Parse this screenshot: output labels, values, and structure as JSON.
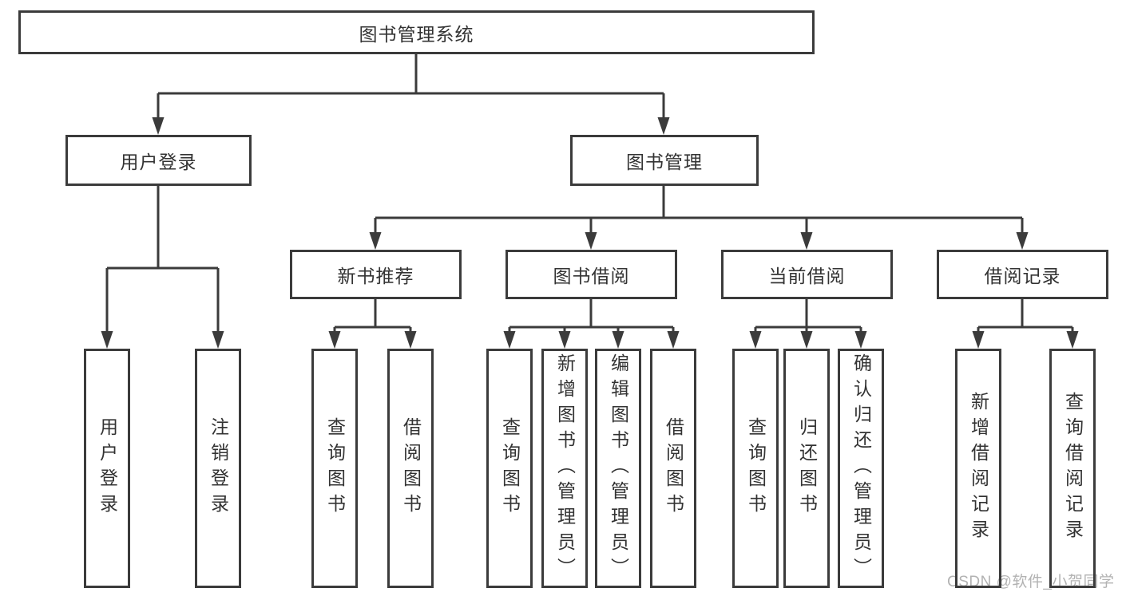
{
  "diagram": {
    "root": {
      "label": "图书管理系统"
    },
    "branches": [
      {
        "label": "用户登录",
        "children": [
          {
            "label": "用户登录"
          },
          {
            "label": "注销登录"
          }
        ]
      },
      {
        "label": "图书管理",
        "children": [
          {
            "label": "新书推荐",
            "children": [
              {
                "label": "查询图书"
              },
              {
                "label": "借阅图书"
              }
            ]
          },
          {
            "label": "图书借阅",
            "children": [
              {
                "label": "查询图书"
              },
              {
                "label": "新增图书（管理员）"
              },
              {
                "label": "编辑图书（管理员）"
              },
              {
                "label": "借阅图书"
              }
            ]
          },
          {
            "label": "当前借阅",
            "children": [
              {
                "label": "查询图书"
              },
              {
                "label": "归还图书"
              },
              {
                "label": "确认归还（管理员）"
              }
            ]
          },
          {
            "label": "借阅记录",
            "children": [
              {
                "label": "新增借阅记录"
              },
              {
                "label": "查询借阅记录"
              }
            ]
          }
        ]
      }
    ]
  },
  "watermark": {
    "text": "CSDN @软件_小贺同学"
  },
  "colors": {
    "line": "#3b3b3b",
    "text": "#333333",
    "watermark": "#b2b2b2",
    "background": "#ffffff"
  }
}
